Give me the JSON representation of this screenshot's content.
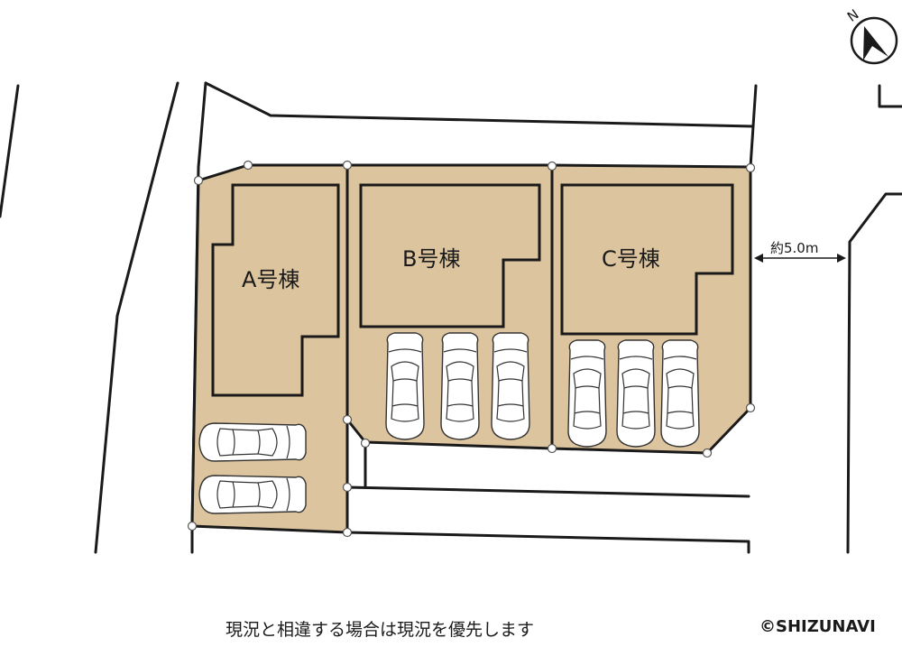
{
  "buildings": [
    {
      "id": "A",
      "label": "A号棟"
    },
    {
      "id": "B",
      "label": "B号棟"
    },
    {
      "id": "C",
      "label": "C号棟"
    }
  ],
  "dimension": {
    "label": "約5.0m"
  },
  "compass": {
    "label": "N",
    "icon": "north-arrow-icon"
  },
  "footer": {
    "note": "現況と相違する場合は現況を優先します",
    "copyright": "©SHIZUNAVI"
  },
  "colors": {
    "lot_fill": "#dcc49e",
    "line": "#1a1a1a"
  },
  "parking": {
    "lot_a": 2,
    "lot_b": 3,
    "lot_c": 3
  }
}
